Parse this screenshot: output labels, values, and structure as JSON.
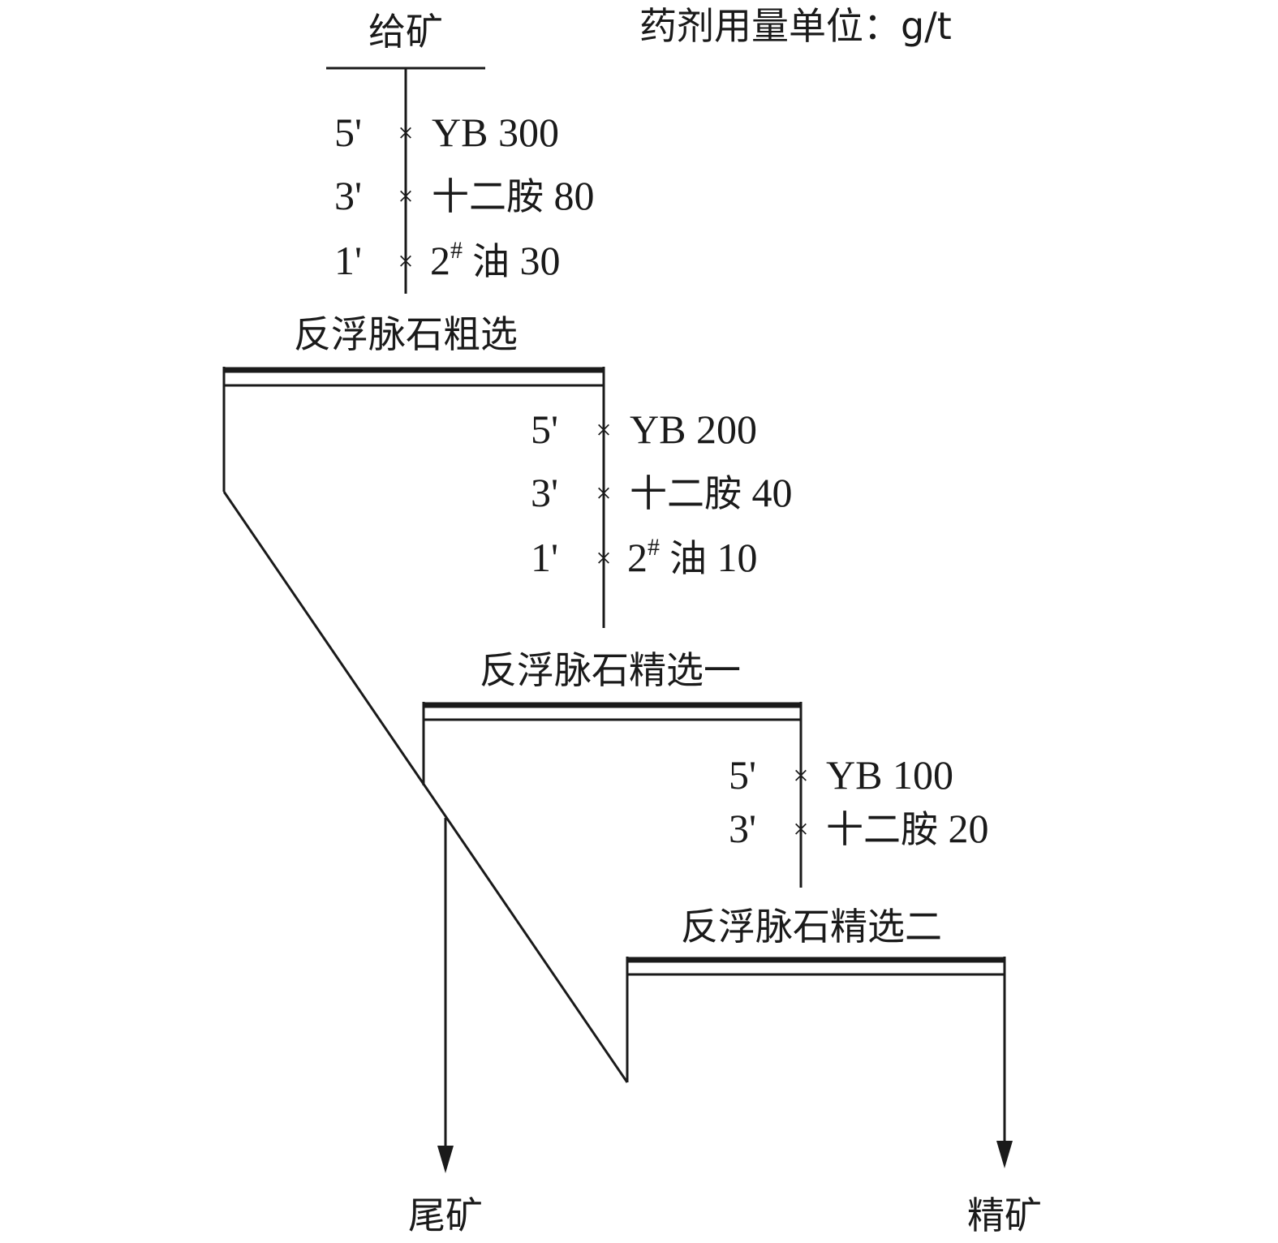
{
  "header": {
    "feed_label": "给矿",
    "unit_note": "药剂用量单位：g/t"
  },
  "stages": [
    {
      "name": "反浮脉石粗选",
      "reagents": [
        {
          "time": "5'",
          "reagent": "YB",
          "dose": "300"
        },
        {
          "time": "3'",
          "reagent": "十二胺",
          "dose": "80"
        },
        {
          "time": "1'",
          "reagent": "2",
          "reagent_sup": "#",
          "reagent_suffix": "油",
          "dose": "30"
        }
      ]
    },
    {
      "name": "反浮脉石精选一",
      "reagents": [
        {
          "time": "5'",
          "reagent": "YB",
          "dose": "200"
        },
        {
          "time": "3'",
          "reagent": "十二胺",
          "dose": "40"
        },
        {
          "time": "1'",
          "reagent": "2",
          "reagent_sup": "#",
          "reagent_suffix": "油",
          "dose": "10"
        }
      ]
    },
    {
      "name": "反浮脉石精选二",
      "reagents": [
        {
          "time": "5'",
          "reagent": "YB",
          "dose": "100"
        },
        {
          "time": "3'",
          "reagent": "十二胺",
          "dose": "20"
        }
      ]
    }
  ],
  "outputs": {
    "tailings_label": "尾矿",
    "concentrate_label": "精矿"
  }
}
